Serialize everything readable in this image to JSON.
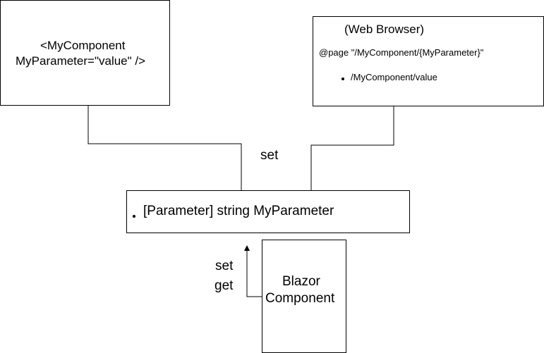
{
  "component_box": {
    "line1": "<MyComponent",
    "line2": "MyParameter=\"value\" />"
  },
  "browser_box": {
    "title": "(Web Browser)",
    "directive": "@page \"/MyComponent/{MyParameter}\"",
    "route": "/MyComponent/value"
  },
  "parameter_box": {
    "text": "[Parameter] string MyParameter"
  },
  "blazor_box": {
    "line1": "Blazor",
    "line2": "Component"
  },
  "labels": {
    "set_top": "set",
    "set_bottom": "set",
    "get_bottom": "get"
  }
}
